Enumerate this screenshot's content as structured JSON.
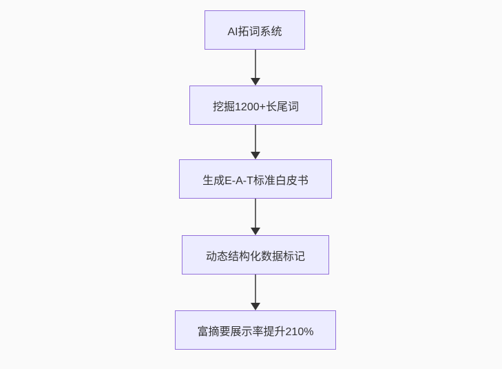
{
  "diagram": {
    "type": "flowchart",
    "direction": "top-to-bottom",
    "nodes": [
      {
        "id": "step1",
        "label": "AI拓词系统"
      },
      {
        "id": "step2",
        "label": "挖掘1200+长尾词"
      },
      {
        "id": "step3",
        "label": "生成E-A-T标准白皮书"
      },
      {
        "id": "step4",
        "label": "动态结构化数据标记"
      },
      {
        "id": "step5",
        "label": "富摘要展示率提升210%"
      }
    ],
    "edges": [
      {
        "from": "step1",
        "to": "step2",
        "style": "arrow-down"
      },
      {
        "from": "step2",
        "to": "step3",
        "style": "arrow-down"
      },
      {
        "from": "step3",
        "to": "step4",
        "style": "arrow-down"
      },
      {
        "from": "step4",
        "to": "step5",
        "style": "arrow-down"
      }
    ],
    "colors": {
      "background": "#fafafa",
      "node_fill": "#ECECFF",
      "node_border": "#9370DB",
      "text": "#333333",
      "edge_line": "#666666",
      "edge_arrowhead": "#333333"
    }
  }
}
